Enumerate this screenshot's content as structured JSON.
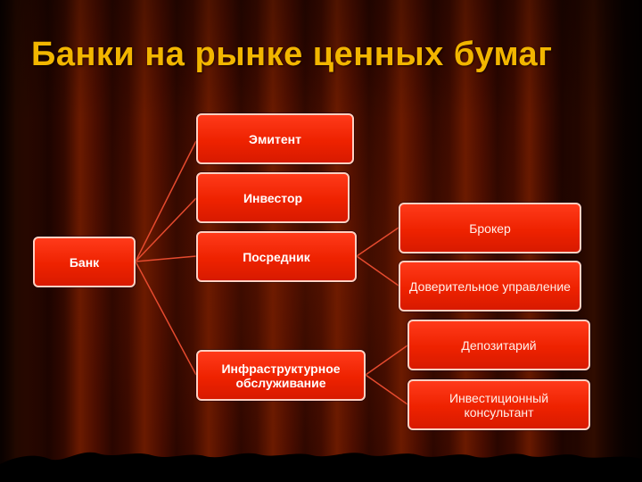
{
  "title": "Банки на рынке ценных бумаг",
  "diagram": {
    "root": "Банк",
    "roles": [
      "Эмитент",
      "Инвестор",
      "Посредник",
      "Инфраструктурное обслуживание"
    ],
    "intermediary_types": [
      "Брокер",
      "Доверительное управление"
    ],
    "infrastructure_types": [
      "Депозитарий",
      "Инвестиционный консультант"
    ]
  }
}
